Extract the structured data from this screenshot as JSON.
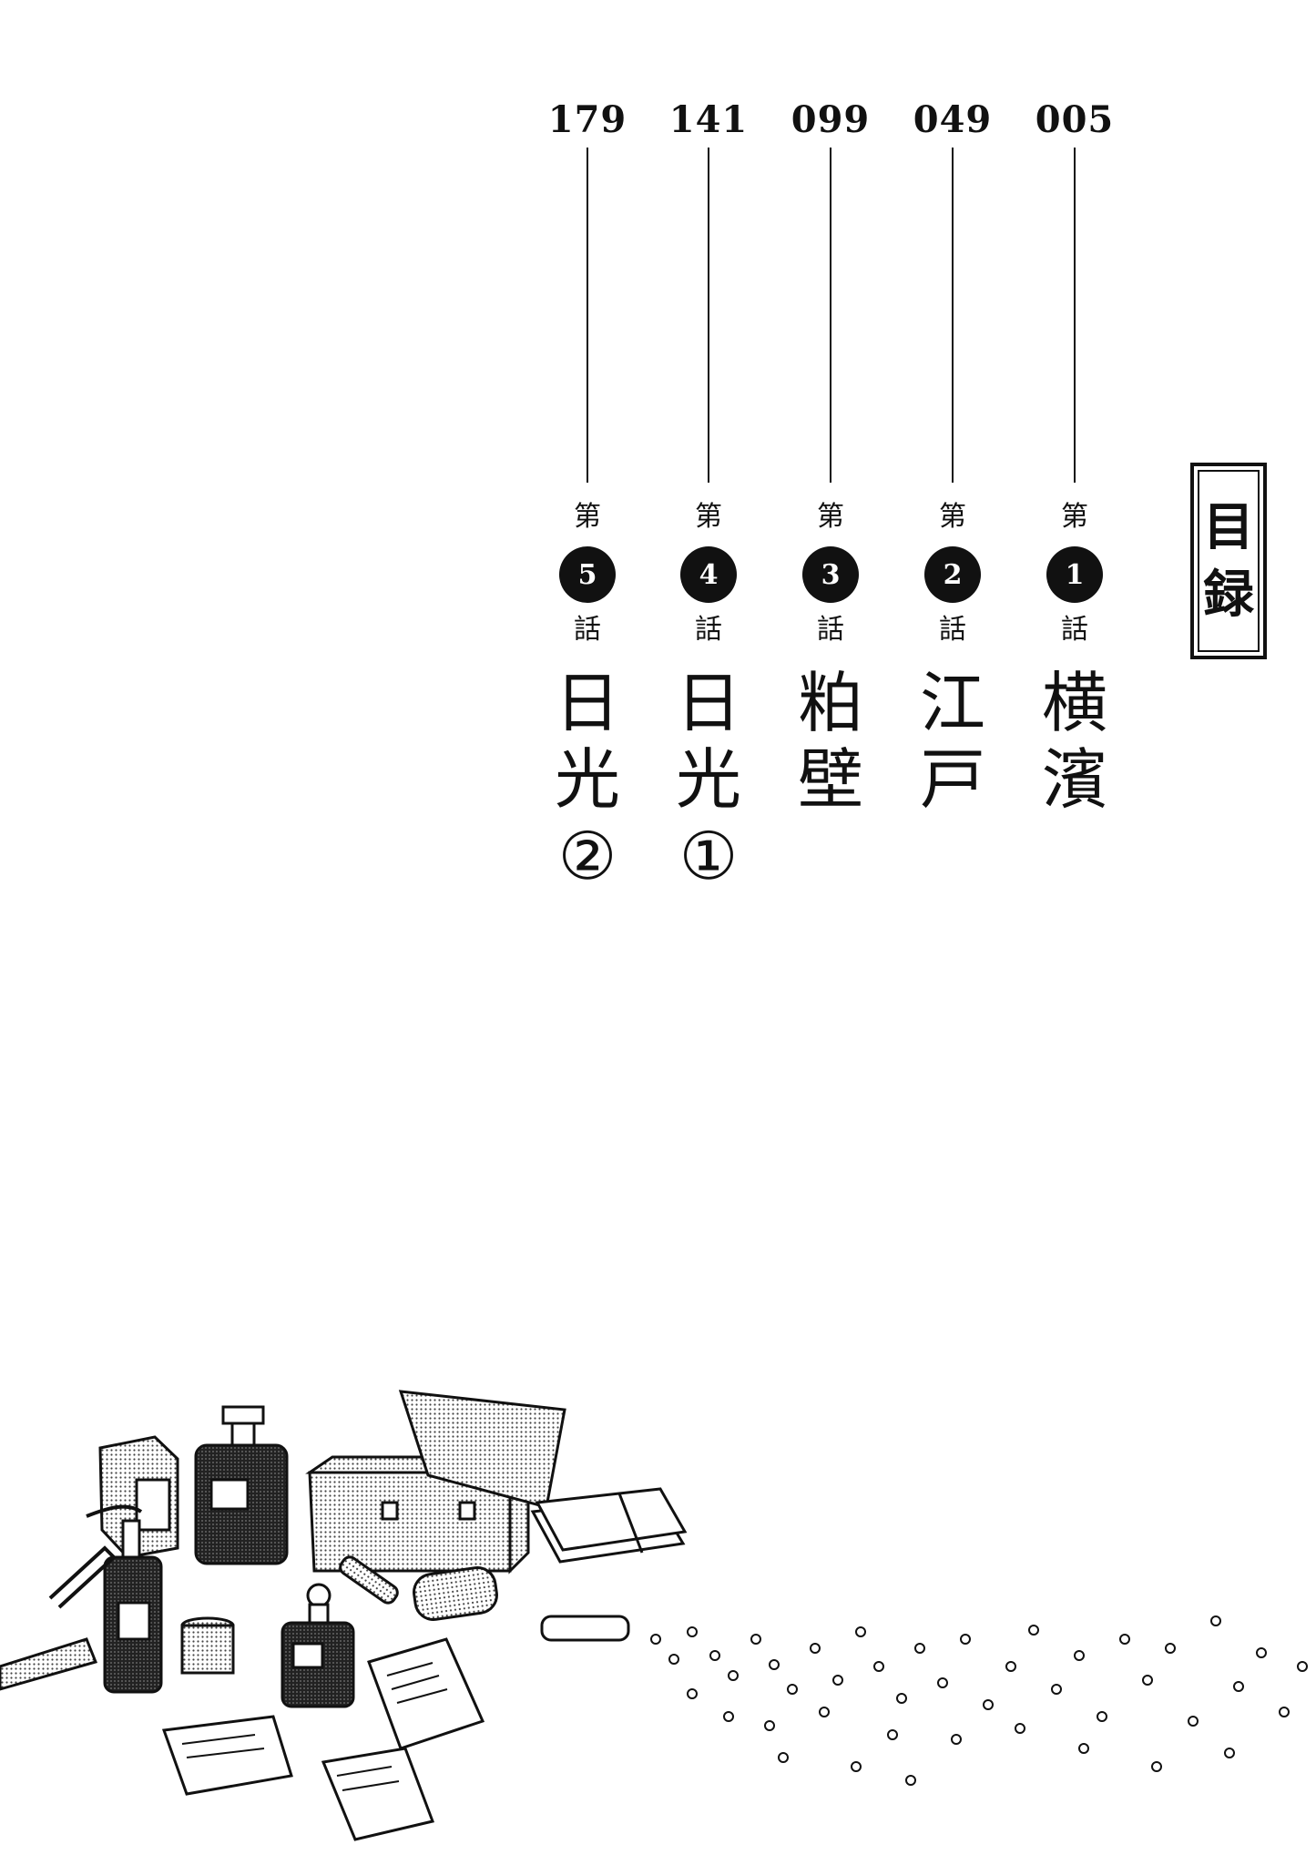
{
  "toc": {
    "heading_chars": [
      "目",
      "録"
    ],
    "chapters": [
      {
        "page": "005",
        "dai": "第",
        "number": "1",
        "wa": "話",
        "title_chars": [
          "横",
          "濱"
        ]
      },
      {
        "page": "049",
        "dai": "第",
        "number": "2",
        "wa": "話",
        "title_chars": [
          "江",
          "戸"
        ]
      },
      {
        "page": "099",
        "dai": "第",
        "number": "3",
        "wa": "話",
        "title_chars": [
          "粕",
          "壁"
        ]
      },
      {
        "page": "141",
        "dai": "第",
        "number": "4",
        "wa": "話",
        "title_chars": [
          "日",
          "光",
          "①"
        ]
      },
      {
        "page": "179",
        "dai": "第",
        "number": "5",
        "wa": "話",
        "title_chars": [
          "日",
          "光",
          "②"
        ]
      }
    ]
  },
  "illustration": {
    "subject": "medicine-kit-illustration",
    "accent_color": "#111111"
  }
}
